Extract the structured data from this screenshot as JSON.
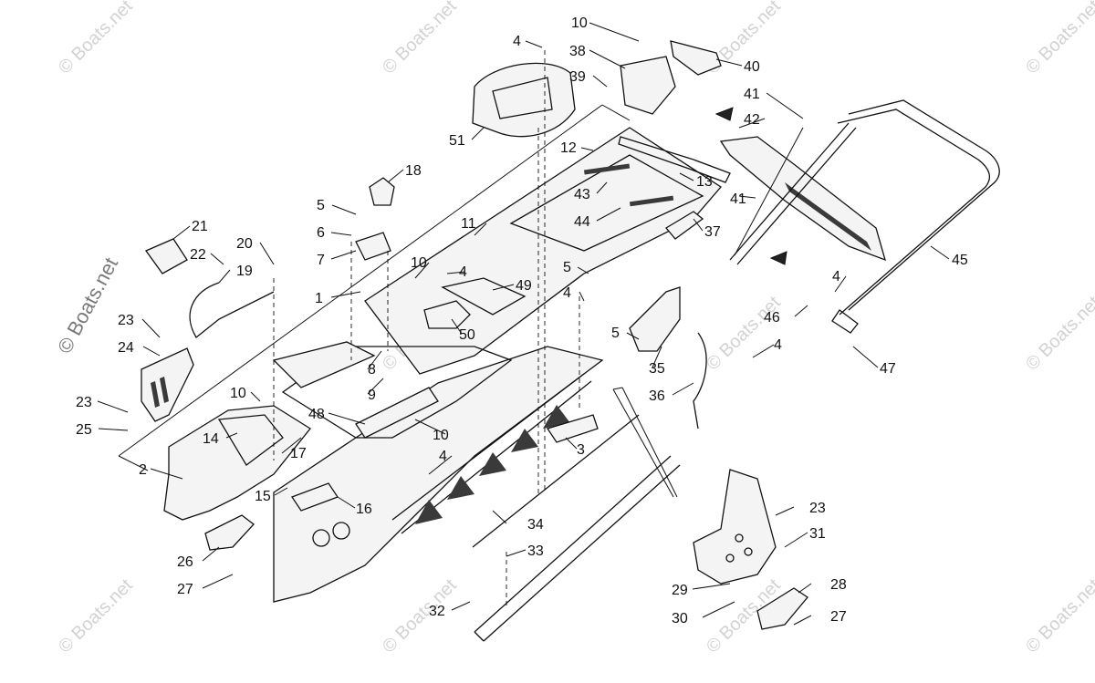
{
  "watermark": {
    "text": "© Boats.net",
    "side_text": "© Boats.net"
  },
  "callouts": [
    {
      "id": "c1",
      "text": "1"
    },
    {
      "id": "c2",
      "text": "2"
    },
    {
      "id": "c3",
      "text": "3"
    },
    {
      "id": "c4a",
      "text": "4"
    },
    {
      "id": "c4b",
      "text": "4"
    },
    {
      "id": "c4c",
      "text": "4"
    },
    {
      "id": "c4d",
      "text": "4"
    },
    {
      "id": "c4e",
      "text": "4"
    },
    {
      "id": "c4f",
      "text": "4"
    },
    {
      "id": "c5a",
      "text": "5"
    },
    {
      "id": "c5b",
      "text": "5"
    },
    {
      "id": "c5c",
      "text": "5"
    },
    {
      "id": "c6",
      "text": "6"
    },
    {
      "id": "c7",
      "text": "7"
    },
    {
      "id": "c8",
      "text": "8"
    },
    {
      "id": "c9",
      "text": "9"
    },
    {
      "id": "c10a",
      "text": "10"
    },
    {
      "id": "c10b",
      "text": "10"
    },
    {
      "id": "c10c",
      "text": "10"
    },
    {
      "id": "c10d",
      "text": "10"
    },
    {
      "id": "c11",
      "text": "11"
    },
    {
      "id": "c12",
      "text": "12"
    },
    {
      "id": "c13",
      "text": "13"
    },
    {
      "id": "c14",
      "text": "14"
    },
    {
      "id": "c15",
      "text": "15"
    },
    {
      "id": "c16",
      "text": "16"
    },
    {
      "id": "c17",
      "text": "17"
    },
    {
      "id": "c18",
      "text": "18"
    },
    {
      "id": "c19",
      "text": "19"
    },
    {
      "id": "c20",
      "text": "20"
    },
    {
      "id": "c21",
      "text": "21"
    },
    {
      "id": "c22",
      "text": "22"
    },
    {
      "id": "c23a",
      "text": "23"
    },
    {
      "id": "c23b",
      "text": "23"
    },
    {
      "id": "c23c",
      "text": "23"
    },
    {
      "id": "c24",
      "text": "24"
    },
    {
      "id": "c25",
      "text": "25"
    },
    {
      "id": "c26",
      "text": "26"
    },
    {
      "id": "c27a",
      "text": "27"
    },
    {
      "id": "c27b",
      "text": "27"
    },
    {
      "id": "c28",
      "text": "28"
    },
    {
      "id": "c29",
      "text": "29"
    },
    {
      "id": "c30",
      "text": "30"
    },
    {
      "id": "c31",
      "text": "31"
    },
    {
      "id": "c32",
      "text": "32"
    },
    {
      "id": "c33",
      "text": "33"
    },
    {
      "id": "c34",
      "text": "34"
    },
    {
      "id": "c35",
      "text": "35"
    },
    {
      "id": "c36",
      "text": "36"
    },
    {
      "id": "c37",
      "text": "37"
    },
    {
      "id": "c38",
      "text": "38"
    },
    {
      "id": "c39",
      "text": "39"
    },
    {
      "id": "c40",
      "text": "40"
    },
    {
      "id": "c41a",
      "text": "41"
    },
    {
      "id": "c41b",
      "text": "41"
    },
    {
      "id": "c42",
      "text": "42"
    },
    {
      "id": "c43",
      "text": "43"
    },
    {
      "id": "c44",
      "text": "44"
    },
    {
      "id": "c45",
      "text": "45"
    },
    {
      "id": "c46",
      "text": "46"
    },
    {
      "id": "c47",
      "text": "47"
    },
    {
      "id": "c48",
      "text": "48"
    },
    {
      "id": "c49",
      "text": "49"
    },
    {
      "id": "c50",
      "text": "50"
    },
    {
      "id": "c51",
      "text": "51"
    }
  ]
}
